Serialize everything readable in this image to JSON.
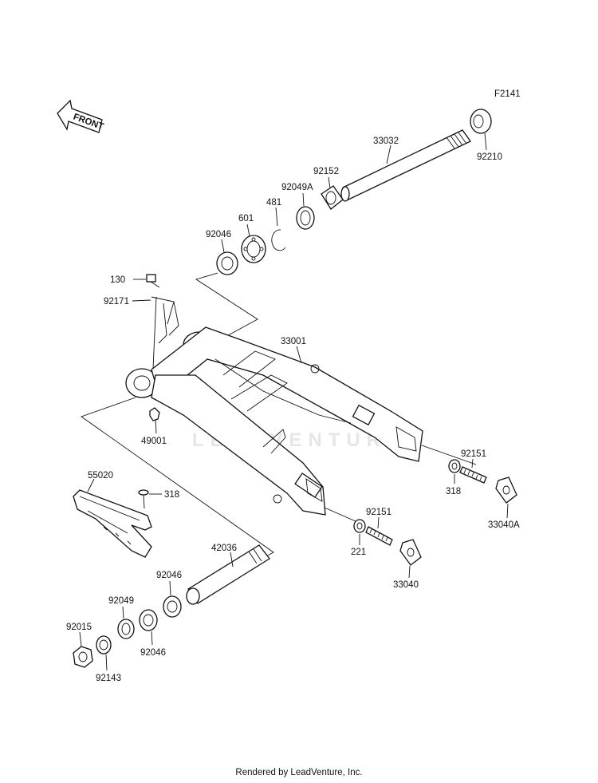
{
  "diagram_code": "F2141",
  "front_label": "FRONT",
  "watermark": "LEADVENTURE",
  "footer": "Rendered by LeadVenture, Inc.",
  "parts": [
    {
      "id": "p-33032",
      "label": "33032"
    },
    {
      "id": "p-92210",
      "label": "92210"
    },
    {
      "id": "p-92152",
      "label": "92152"
    },
    {
      "id": "p-92049A",
      "label": "92049A"
    },
    {
      "id": "p-481",
      "label": "481"
    },
    {
      "id": "p-601",
      "label": "601"
    },
    {
      "id": "p-92046-top",
      "label": "92046"
    },
    {
      "id": "p-130",
      "label": "130"
    },
    {
      "id": "p-92171",
      "label": "92171"
    },
    {
      "id": "p-33001",
      "label": "33001"
    },
    {
      "id": "p-49001",
      "label": "49001"
    },
    {
      "id": "p-92151-right",
      "label": "92151"
    },
    {
      "id": "p-318-right",
      "label": "318"
    },
    {
      "id": "p-33040A",
      "label": "33040A"
    },
    {
      "id": "p-55020",
      "label": "55020"
    },
    {
      "id": "p-221",
      "label": "221"
    },
    {
      "id": "p-92151-mid",
      "label": "92151"
    },
    {
      "id": "p-318-mid",
      "label": "318"
    },
    {
      "id": "p-33040",
      "label": "33040"
    },
    {
      "id": "p-42036",
      "label": "42036"
    },
    {
      "id": "p-92046-mid",
      "label": "92046"
    },
    {
      "id": "p-92049",
      "label": "92049"
    },
    {
      "id": "p-92046-low",
      "label": "92046"
    },
    {
      "id": "p-92015",
      "label": "92015"
    },
    {
      "id": "p-92143",
      "label": "92143"
    }
  ]
}
